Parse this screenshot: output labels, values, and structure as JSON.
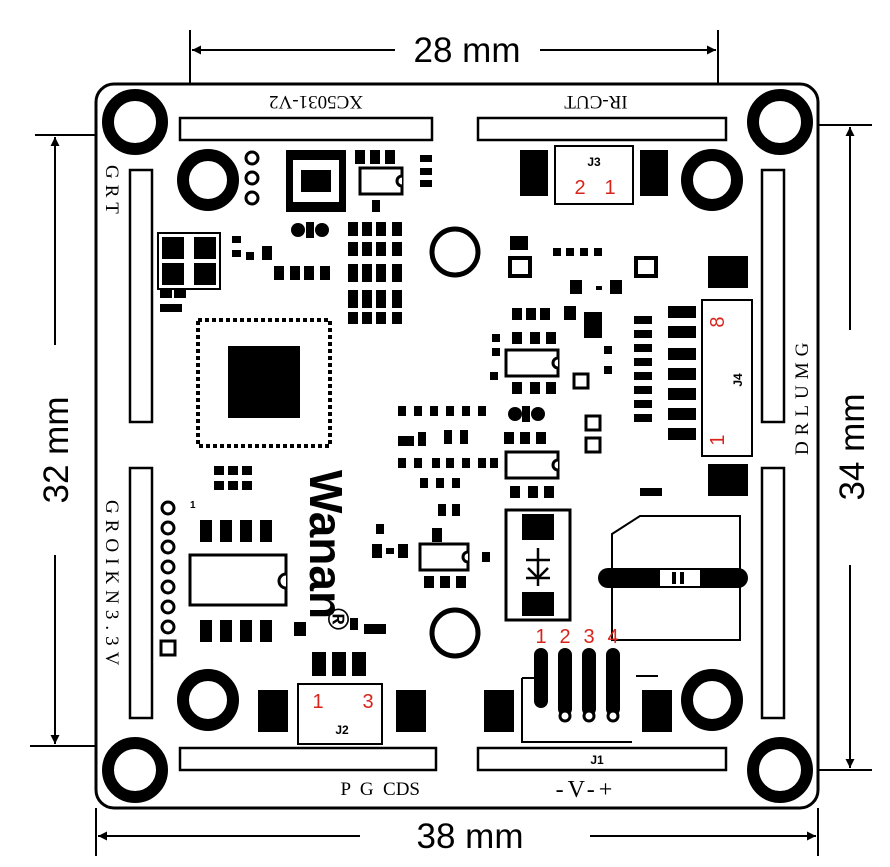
{
  "dimensions": {
    "top_width": "28 mm",
    "bottom_width": "38 mm",
    "left_height": "32 mm",
    "right_height": "34 mm"
  },
  "board": {
    "brand": "Wanan",
    "registered_mark": "®",
    "top_left_label": "XC5031-V2",
    "top_right_label": "IR-CUT",
    "bottom_left_label": "P  G  CDS",
    "bottom_right_label": "-V-+",
    "left_top_label": "GRT",
    "left_bottom_label": "GROIKN3.3V",
    "right_label": "DRLUMG",
    "pin_one_marker": "1"
  },
  "connectors": {
    "j1": {
      "name": "J1",
      "pins": [
        "1",
        "2",
        "3",
        "4"
      ]
    },
    "j2": {
      "name": "J2",
      "pin_left": "1",
      "pin_right": "3"
    },
    "j3": {
      "name": "J3",
      "pin_left": "2",
      "pin_right": "1"
    },
    "j4": {
      "name": "J4",
      "pin_top": "8",
      "pin_bottom": "1"
    }
  },
  "colors": {
    "ink": "#000000",
    "pin_label": "#d9241c",
    "background": "#ffffff"
  }
}
